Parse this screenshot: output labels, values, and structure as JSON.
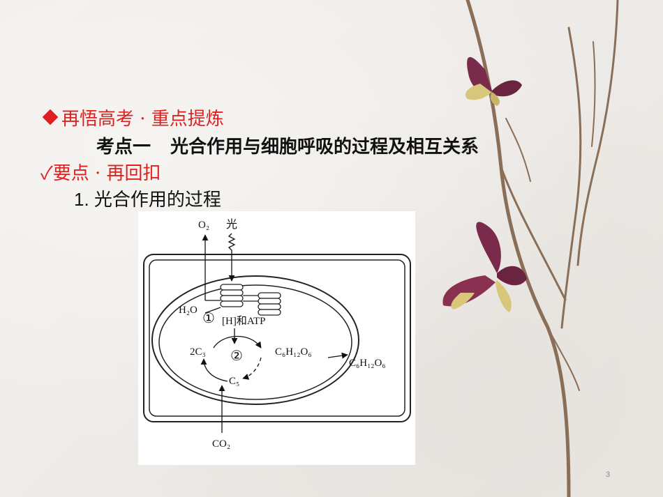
{
  "slide": {
    "heading_review": "再悟高考 · 重点提炼",
    "topic_label": "考点一",
    "topic_title": "光合作用与细胞呼吸的过程及相互关系",
    "points_heading": "✓要点 · 再回扣",
    "subheading": "1. 光合作用的过程",
    "page_number": "3"
  },
  "diagram": {
    "o2": "O₂",
    "light": "光",
    "h2o": "H₂O",
    "step1": "①",
    "h_atp": "[H]和ATP",
    "two_c3": "2C₃",
    "step2": "②",
    "glucose_inner": "C₆H₁₂O₆",
    "glucose_outer": "C₆H₁₂O₆",
    "c5": "C₅",
    "co2": "CO₂"
  },
  "colors": {
    "accent_red": "#e02020",
    "text_dark": "#111111",
    "butterfly_wine": "#7a2a4a",
    "butterfly_yellow": "#d8c77a"
  }
}
